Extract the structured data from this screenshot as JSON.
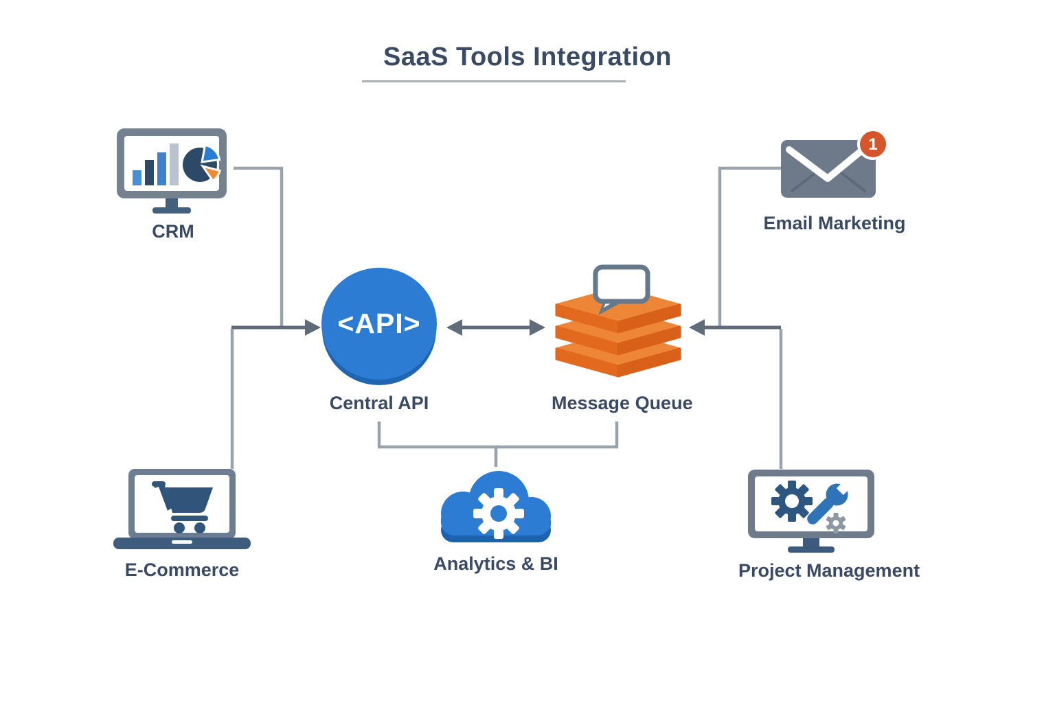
{
  "title": {
    "text": "SaaS Tools Integration"
  },
  "nodes": {
    "crm": {
      "label": "CRM"
    },
    "email_marketing": {
      "label": "Email Marketing",
      "badge_count": "1"
    },
    "central_api": {
      "label": "Central API",
      "icon_text": "<API>"
    },
    "message_queue": {
      "label": "Message Queue"
    },
    "ecommerce": {
      "label": "E-Commerce"
    },
    "analytics_bi": {
      "label": "Analytics & BI"
    },
    "project_management": {
      "label": "Project Management"
    }
  },
  "colors": {
    "accent_blue": "#2d7cd4",
    "accent_blue_dark": "#1f65b2",
    "queue_orange_top": "#ee8638",
    "queue_orange_side": "#e2691e",
    "badge_red": "#d6552b",
    "text_navy": "#3b4a63",
    "connector_gray": "#9aa2ac",
    "connector_dark": "#5f6b79",
    "device_slate": "#6e7b8a",
    "device_navy": "#2f5175"
  }
}
